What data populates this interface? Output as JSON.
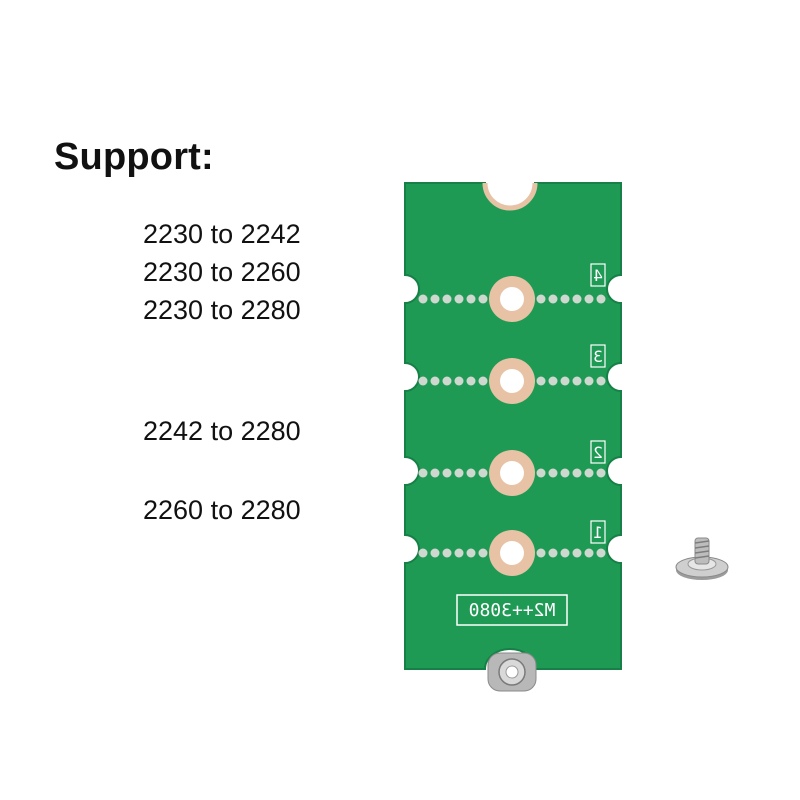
{
  "heading": "Support:",
  "sizes": [
    "2230 to 2242",
    "2230 to 2260",
    "2230 to 2280",
    "2242 to 2280",
    "2260 to 2280"
  ],
  "board": {
    "hole_labels": [
      "4",
      "3",
      "2",
      "1"
    ],
    "model_text": "M2++3080",
    "colors": {
      "pcb": "#1f9a55",
      "pcb_edge": "#168046",
      "pad_copper": "#e7c2a4",
      "pad_inner": "#ffffff",
      "via": "#cfd8cf",
      "standoff": "#b8b8b8"
    }
  },
  "icons": {
    "board": "m2-adapter-board-icon",
    "screw": "screw-icon"
  }
}
